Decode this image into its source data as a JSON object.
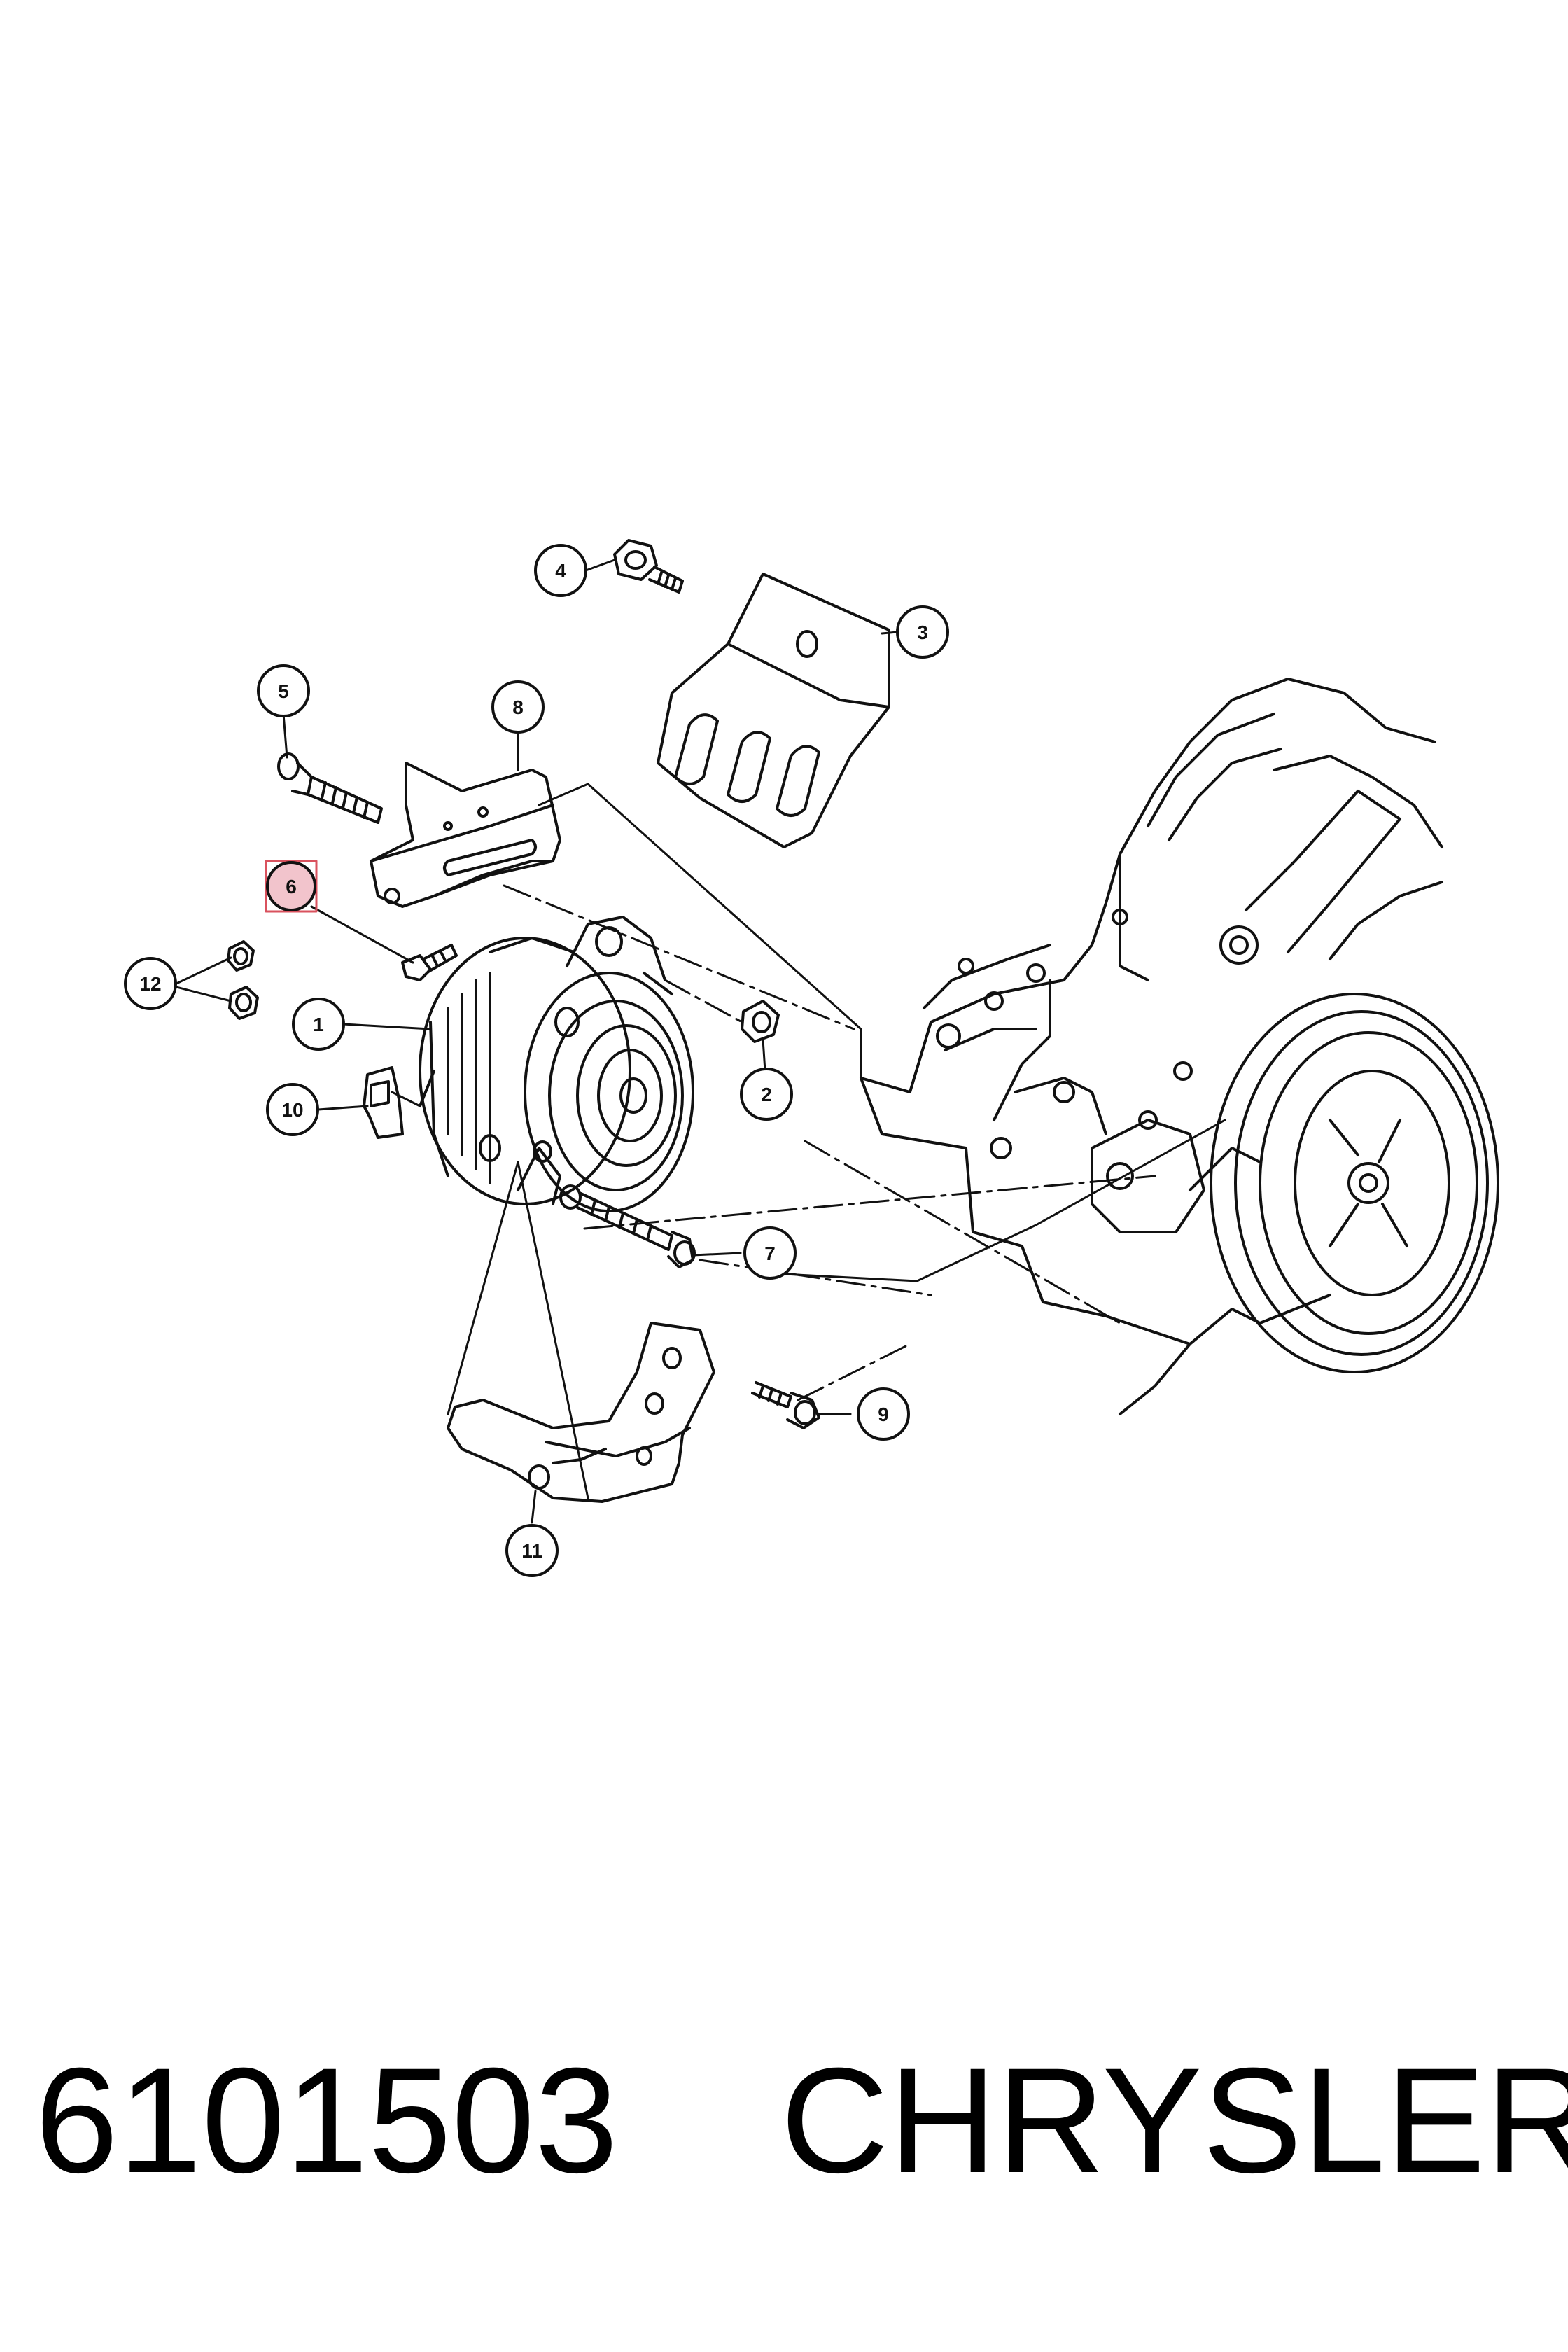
{
  "callouts": [
    {
      "id": "c1",
      "label": "1",
      "highlighted": false
    },
    {
      "id": "c2",
      "label": "2",
      "highlighted": false
    },
    {
      "id": "c3",
      "label": "3",
      "highlighted": false
    },
    {
      "id": "c4",
      "label": "4",
      "highlighted": false
    },
    {
      "id": "c5",
      "label": "5",
      "highlighted": false
    },
    {
      "id": "c6",
      "label": "6",
      "highlighted": true
    },
    {
      "id": "c7",
      "label": "7",
      "highlighted": false
    },
    {
      "id": "c8",
      "label": "8",
      "highlighted": false
    },
    {
      "id": "c9",
      "label": "9",
      "highlighted": false
    },
    {
      "id": "c10",
      "label": "10",
      "highlighted": false
    },
    {
      "id": "c11",
      "label": "11",
      "highlighted": false
    },
    {
      "id": "c12",
      "label": "12",
      "highlighted": false
    }
  ],
  "caption": {
    "part_number": "6101503",
    "brand": "CHRYSLER"
  },
  "colors": {
    "line": "#111111",
    "highlight_fill": "#f2c4cc",
    "highlight_border": "#d9525e"
  }
}
